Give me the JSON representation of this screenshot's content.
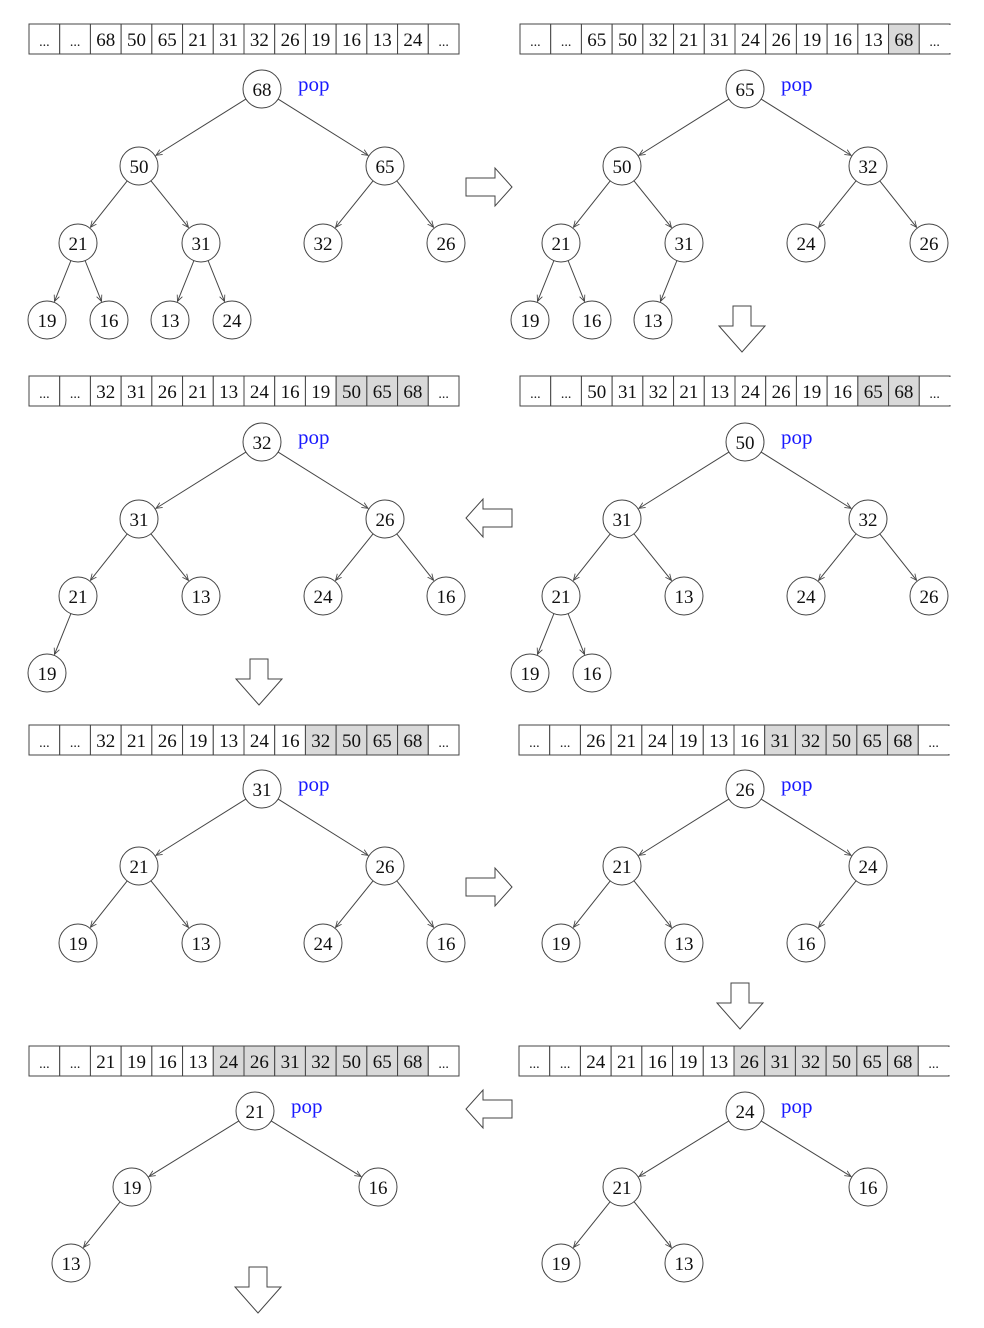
{
  "colors": {
    "sorted_cell": "#d9d9d9",
    "pop_label": "#1a1aff",
    "stroke": "#444444"
  },
  "panels": [
    {
      "pop_label": "pop",
      "array": [
        "...",
        "...",
        "68",
        "50",
        "65",
        "21",
        "31",
        "32",
        "26",
        "19",
        "16",
        "13",
        "24",
        "..."
      ],
      "sorted_count": 0,
      "heap": [
        68,
        50,
        65,
        21,
        31,
        32,
        26,
        19,
        16,
        13,
        24
      ]
    },
    {
      "pop_label": "pop",
      "array": [
        "...",
        "...",
        "65",
        "50",
        "32",
        "21",
        "31",
        "24",
        "26",
        "19",
        "16",
        "13",
        "68",
        "..."
      ],
      "sorted_count": 1,
      "heap": [
        65,
        50,
        32,
        21,
        31,
        24,
        26,
        19,
        16,
        13
      ]
    },
    {
      "pop_label": "pop",
      "array": [
        "...",
        "...",
        "50",
        "31",
        "32",
        "21",
        "13",
        "24",
        "26",
        "19",
        "16",
        "65",
        "68",
        "..."
      ],
      "sorted_count": 2,
      "heap": [
        50,
        31,
        32,
        21,
        13,
        24,
        26,
        19,
        16
      ]
    },
    {
      "pop_label": "pop",
      "array": [
        "...",
        "...",
        "32",
        "31",
        "26",
        "21",
        "13",
        "24",
        "16",
        "19",
        "50",
        "65",
        "68",
        "..."
      ],
      "sorted_count": 3,
      "heap": [
        32,
        31,
        26,
        21,
        13,
        24,
        16,
        19
      ]
    },
    {
      "pop_label": "pop",
      "array": [
        "...",
        "...",
        "32",
        "21",
        "26",
        "19",
        "13",
        "24",
        "16",
        "32",
        "50",
        "65",
        "68",
        "..."
      ],
      "sorted_count": 4,
      "heap": [
        31,
        21,
        26,
        19,
        13,
        24,
        16
      ]
    },
    {
      "pop_label": "pop",
      "array": [
        "...",
        "...",
        "26",
        "21",
        "24",
        "19",
        "13",
        "16",
        "31",
        "32",
        "50",
        "65",
        "68",
        "..."
      ],
      "sorted_count": 5,
      "heap": [
        26,
        21,
        24,
        19,
        13,
        16
      ]
    },
    {
      "pop_label": "pop",
      "array": [
        "...",
        "...",
        "24",
        "21",
        "16",
        "19",
        "13",
        "26",
        "31",
        "32",
        "50",
        "65",
        "68",
        "..."
      ],
      "sorted_count": 6,
      "heap": [
        24,
        21,
        16,
        19,
        13
      ]
    },
    {
      "pop_label": "pop",
      "array": [
        "...",
        "...",
        "21",
        "19",
        "16",
        "13",
        "24",
        "26",
        "31",
        "32",
        "50",
        "65",
        "68",
        "..."
      ],
      "sorted_count": 7,
      "heap": [
        21,
        19,
        16,
        13
      ]
    }
  ],
  "arrows": [
    "right-arrow",
    "down-arrow",
    "left-arrow",
    "down-arrow",
    "right-arrow",
    "down-arrow",
    "left-arrow",
    "down-arrow"
  ]
}
